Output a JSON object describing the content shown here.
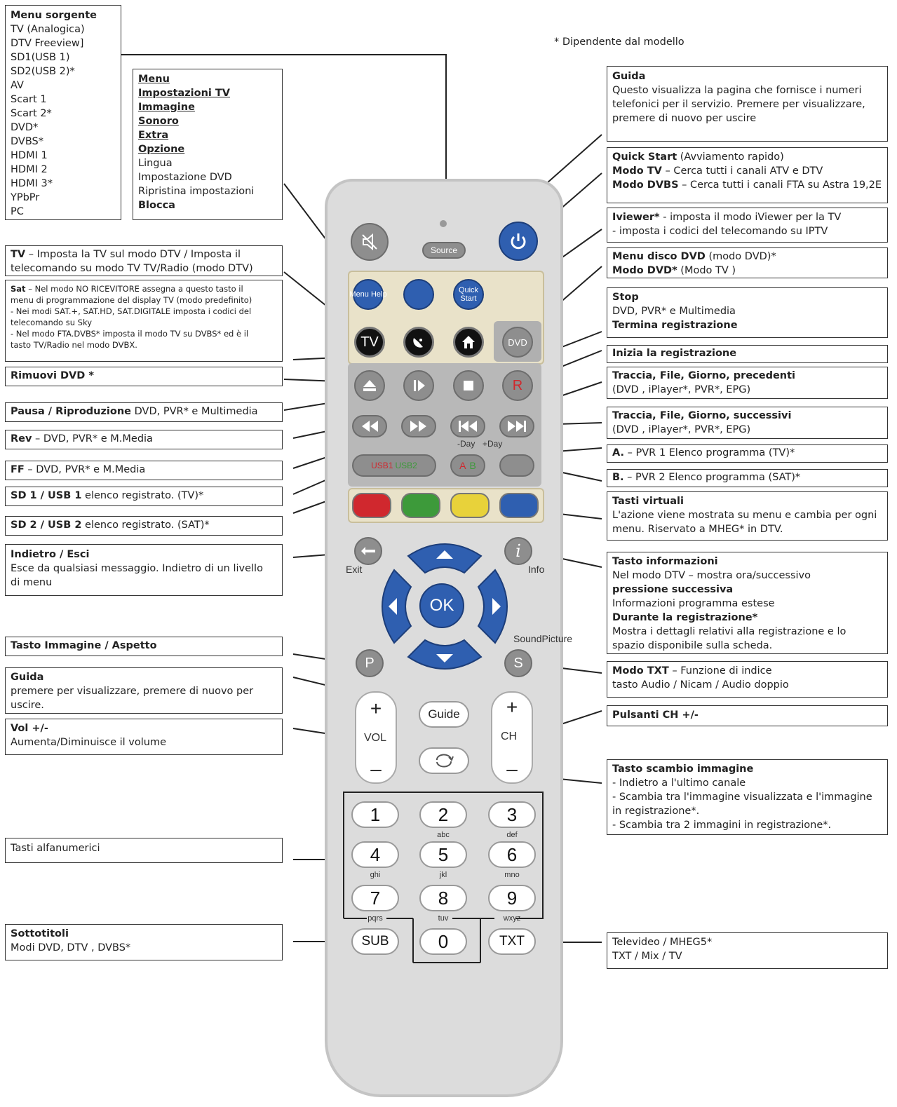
{
  "note": "* Dipendente dal modello",
  "left": {
    "source_menu": {
      "title": "Menu sorgente",
      "items": [
        "TV (Analogica)",
        "DTV Freeview]",
        "SD1(USB 1)",
        "SD2(USB 2)*",
        "AV",
        "Scart 1",
        "Scart 2*",
        "DVD*",
        "DVBS*",
        "HDMI 1",
        "HDMI 2",
        "HDMI 3*",
        "YPbPr",
        "PC"
      ]
    },
    "menu": {
      "bold_items": [
        "Menu",
        "Impostazioni TV",
        "Immagine",
        "Sonoro",
        "Extra",
        "Opzione"
      ],
      "items": [
        "Lingua",
        "Impostazione DVD",
        "Ripristina impostazioni"
      ],
      "last": "Blocca"
    },
    "tv": {
      "title": "TV",
      "text1": " – Imposta la TV sul modo DTV / Imposta il",
      "text2": "telecomando su modo TV TV/Radio (modo DTV)"
    },
    "sat": {
      "title": "Sat",
      "l1": " – Nel modo NO RICEVITORE assegna a questo tasto il",
      "l2": "menu di programmazione del display TV (modo predefinito)",
      "l3": "- Nei modi SAT.+, SAT.HD, SAT.DIGITALE  imposta i codici del",
      "l4": "telecomando su Sky",
      "l5": "- Nel modo FTA.DVBS* imposta il modo TV su DVBS* ed è il",
      "l6": "tasto TV/Radio nel modo DVBX."
    },
    "eject": {
      "title": "Rimuovi DVD *"
    },
    "pause": {
      "title": "Pausa / Riproduzione",
      "text": " DVD, PVR* e Multimedia"
    },
    "rev": {
      "title": "Rev",
      "text": " – DVD, PVR* e M.Media"
    },
    "ff": {
      "title": "FF",
      "text": " – DVD, PVR* e M.Media"
    },
    "sd1": {
      "title": "SD 1 / USB 1",
      "text": " elenco registrato. (TV)*"
    },
    "sd2": {
      "title": "SD 2 / USB 2",
      "text": " elenco registrato. (SAT)*"
    },
    "back": {
      "title": "Indietro / Esci",
      "l1": "Esce da qualsiasi messaggio. Indietro di un livello",
      "l2": "di menu"
    },
    "picture": {
      "title": "Tasto Immagine / Aspetto"
    },
    "guide": {
      "title": "Guida",
      "l1": "premere per visualizzare, premere di nuovo per",
      "l2": "uscire."
    },
    "vol": {
      "title": "Vol +/-",
      "text": "Aumenta/Diminuisce il volume"
    },
    "alnum": {
      "title": "Tasti alfanumerici"
    },
    "subtitles": {
      "title": "Sottotitoli",
      "text": "Modi DVD, DTV    , DVBS*"
    }
  },
  "right": {
    "guide": {
      "title": "Guida",
      "l1": "Questo visualizza la pagina che fornisce i numeri",
      "l2": "telefonici per il servizio. Premere per visualizzare,",
      "l3": "premere di nuovo per uscire"
    },
    "quickstart": {
      "title": "Quick Start",
      "title_rest": " (Avviamento rapido)",
      "l2b": "Modo TV",
      "l2": " – Cerca tutti i canali ATV e DTV",
      "l3b": "Modo DVBS",
      "l3": " – Cerca tutti i canali FTA su Astra 19,2E"
    },
    "iviewer": {
      "title": "Iviewer*",
      "l1": " - imposta il modo iViewer per la TV",
      "l2": "- imposta i codici del telecomando su IPTV"
    },
    "dvdmenu": {
      "title": "Menu disco DVD",
      "l1": " (modo DVD)*",
      "title2": "Modo DVD*",
      "l2": " (Modo TV )"
    },
    "stop": {
      "title": "Stop",
      "l1": "DVD, PVR* e Multimedia",
      "l2": "Termina registrazione"
    },
    "record": {
      "title": "Inizia la registrazione"
    },
    "prev": {
      "title": "Traccia, File, Giorno, precedenti",
      "text": "(DVD , iPlayer*, PVR*, EPG)"
    },
    "next": {
      "title": "Traccia, File, Giorno, successivi",
      "text": "(DVD , iPlayer*, PVR*, EPG)"
    },
    "a": {
      "title": "A.",
      "text": " – PVR 1 Elenco programma (TV)*"
    },
    "b": {
      "title": "B.",
      "text": " – PVR 2 Elenco programma (SAT)*"
    },
    "virtual": {
      "title": "Tasti virtuali",
      "l1": "L'azione viene mostrata su menu e cambia per ogni",
      "l2": "menu. Riservato a MHEG* in DTV."
    },
    "info": {
      "title": "Tasto informazioni",
      "l1": "Nel modo DTV – mostra ora/successivo",
      "l2b": "pressione successiva",
      "l3": "Informazioni programma estese",
      "l4b": "Durante la registrazione*",
      "l5": "Mostra i dettagli relativi alla registrazione e lo",
      "l6": "spazio disponibile sulla scheda."
    },
    "txtmode": {
      "title": "Modo TXT",
      "l1": " – Funzione di indice",
      "l2": "tasto Audio / Nicam / Audio doppio"
    },
    "ch": {
      "title": "Pulsanti CH +/-"
    },
    "swap": {
      "title": "Tasto scambio immagine",
      "l1": "- Indietro a l'ultimo canale",
      "l2": "- Scambia tra l'immagine visualizzata e l'immagine",
      "l3": "  in registrazione*.",
      "l4": "- Scambia tra 2 immagini in registrazione*."
    },
    "teletext": {
      "l1": "Televideo / MHEG5*",
      "l2": "TXT / Mix / TV"
    }
  },
  "remote": {
    "source": "Source",
    "menu_help": "Menu Help",
    "quick_start": "Quick Start",
    "tv": "TV",
    "dvd": "DVD",
    "rec": "R",
    "day_minus": "-Day",
    "day_plus": "+Day",
    "usb1": "USB1",
    "usb2": "USB2",
    "a": "A",
    "b": "B",
    "exit": "Exit",
    "info": "Info",
    "ok": "OK",
    "p": "P",
    "s": "S",
    "sound_picture": "SoundPicture",
    "guide": "Guide",
    "vol": "VOL",
    "ch": "CH",
    "plus": "+",
    "minus": "–",
    "sub": "SUB",
    "txt": "TXT",
    "keys": [
      {
        "n": "1",
        "s": ""
      },
      {
        "n": "2",
        "s": "abc"
      },
      {
        "n": "3",
        "s": "def"
      },
      {
        "n": "4",
        "s": "ghi"
      },
      {
        "n": "5",
        "s": "jkl"
      },
      {
        "n": "6",
        "s": "mno"
      },
      {
        "n": "7",
        "s": "pqrs"
      },
      {
        "n": "8",
        "s": "tuv"
      },
      {
        "n": "9",
        "s": "wxyz"
      }
    ],
    "zero": "0",
    "colors": {
      "red": "#d0282e",
      "green": "#3d9a3a",
      "yellow": "#e8d23a",
      "blue": "#2f5fb0"
    }
  }
}
